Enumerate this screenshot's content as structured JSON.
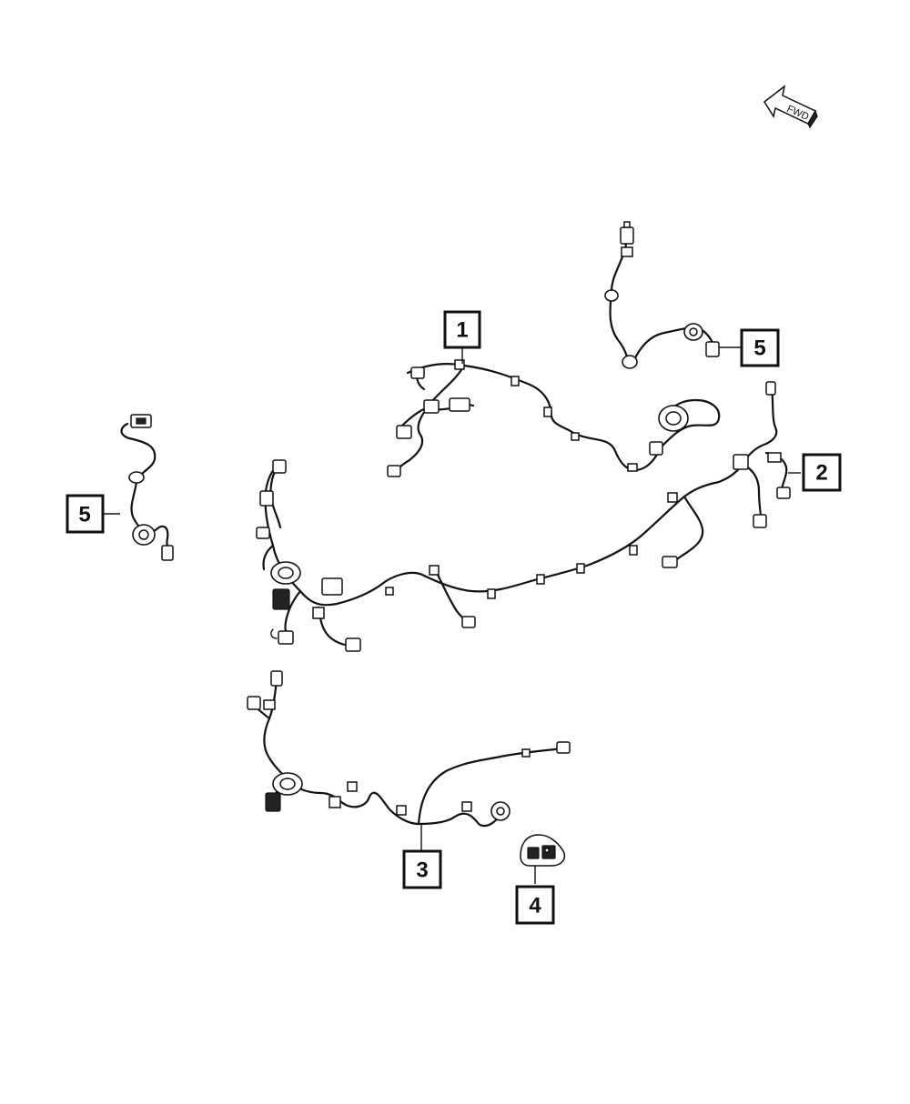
{
  "direction_indicator": {
    "label": "FWD",
    "icon": "forward-arrow-icon"
  },
  "callouts": [
    {
      "id": "callout-1",
      "number": "1"
    },
    {
      "id": "callout-2",
      "number": "2"
    },
    {
      "id": "callout-3",
      "number": "3"
    },
    {
      "id": "callout-4",
      "number": "4"
    },
    {
      "id": "callout-5-right",
      "number": "5"
    },
    {
      "id": "callout-5-left",
      "number": "5"
    }
  ]
}
